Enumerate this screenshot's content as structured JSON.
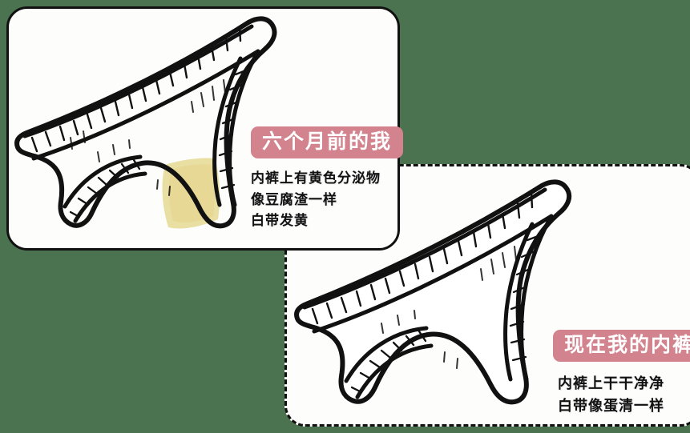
{
  "background": {
    "color": "#4b7350"
  },
  "panels": {
    "before": {
      "name": "六个月前的我",
      "border_style": "solid",
      "border_color": "#111111",
      "background_color": "#fdfdfc",
      "badge": {
        "label": "六个月前的我",
        "color": "#d2838e",
        "text_color": "#ffffff"
      },
      "lines": [
        "内裤上有黄色分泌物",
        "像豆腐渣一样",
        "白带发黄"
      ],
      "illustration": {
        "name": "underwear-illustration",
        "stain": true,
        "stain_color": "#e8dc9a",
        "line_color": "#111111",
        "fill_color": "#ffffff"
      }
    },
    "after": {
      "name": "现在我的内裤",
      "border_style": "dashed",
      "border_color": "#111111",
      "background_color": "#fdfdfc",
      "badge": {
        "label": "现在我的内裤",
        "color": "#d2838e",
        "text_color": "#ffffff"
      },
      "lines": [
        "内裤上干干净净",
        "白带像蛋清一样"
      ],
      "illustration": {
        "name": "underwear-illustration",
        "stain": false,
        "line_color": "#111111",
        "fill_color": "#ffffff"
      }
    }
  }
}
